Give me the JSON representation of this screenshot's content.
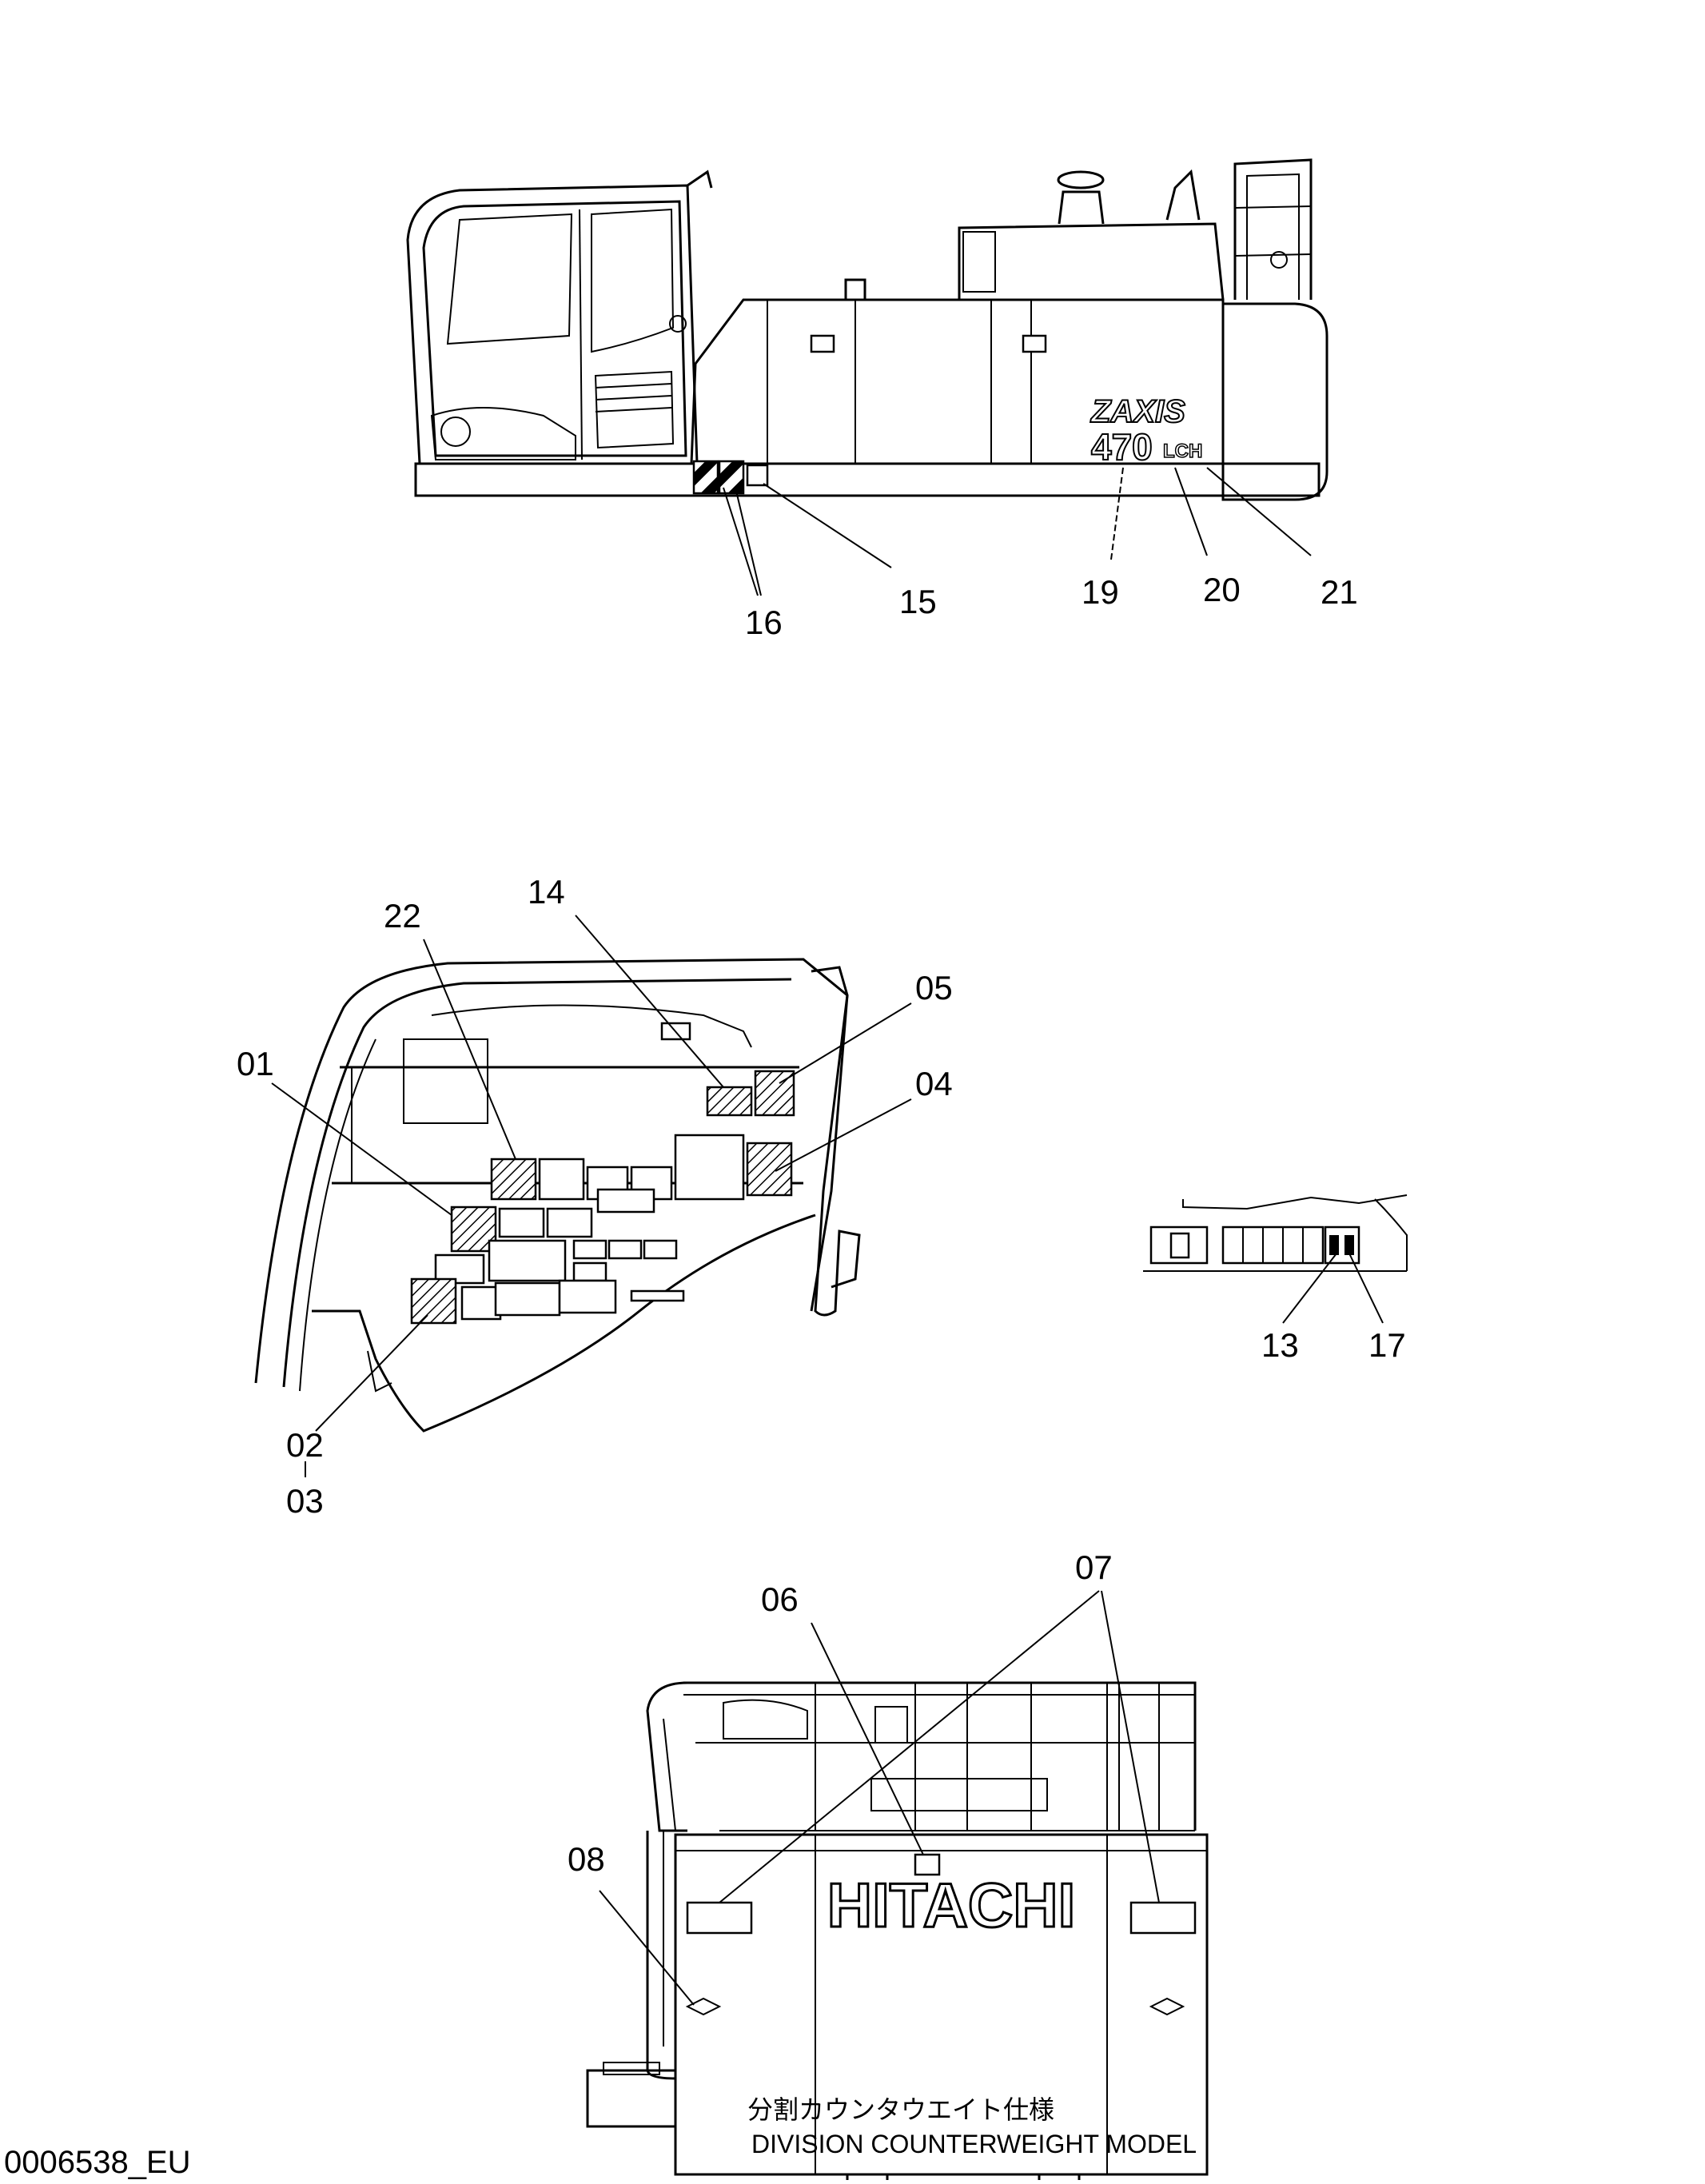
{
  "drawing_id": "0006538_EU",
  "caption": {
    "japanese": "分割カウンタウエイト仕様",
    "english": "DIVISION COUNTERWEIGHT MODEL"
  },
  "side_view": {
    "brand_text": "ZAXIS",
    "model_text": "470",
    "suffix_text": "LCH",
    "callouts": [
      "16",
      "15",
      "19",
      "20",
      "21"
    ]
  },
  "cab_view": {
    "callouts": [
      "22",
      "14",
      "05",
      "01",
      "04",
      "02",
      "03"
    ]
  },
  "panel_view": {
    "callouts": [
      "13",
      "17"
    ]
  },
  "rear_view": {
    "brand_text": "HITACHI",
    "callouts": [
      "07",
      "06",
      "08"
    ]
  }
}
